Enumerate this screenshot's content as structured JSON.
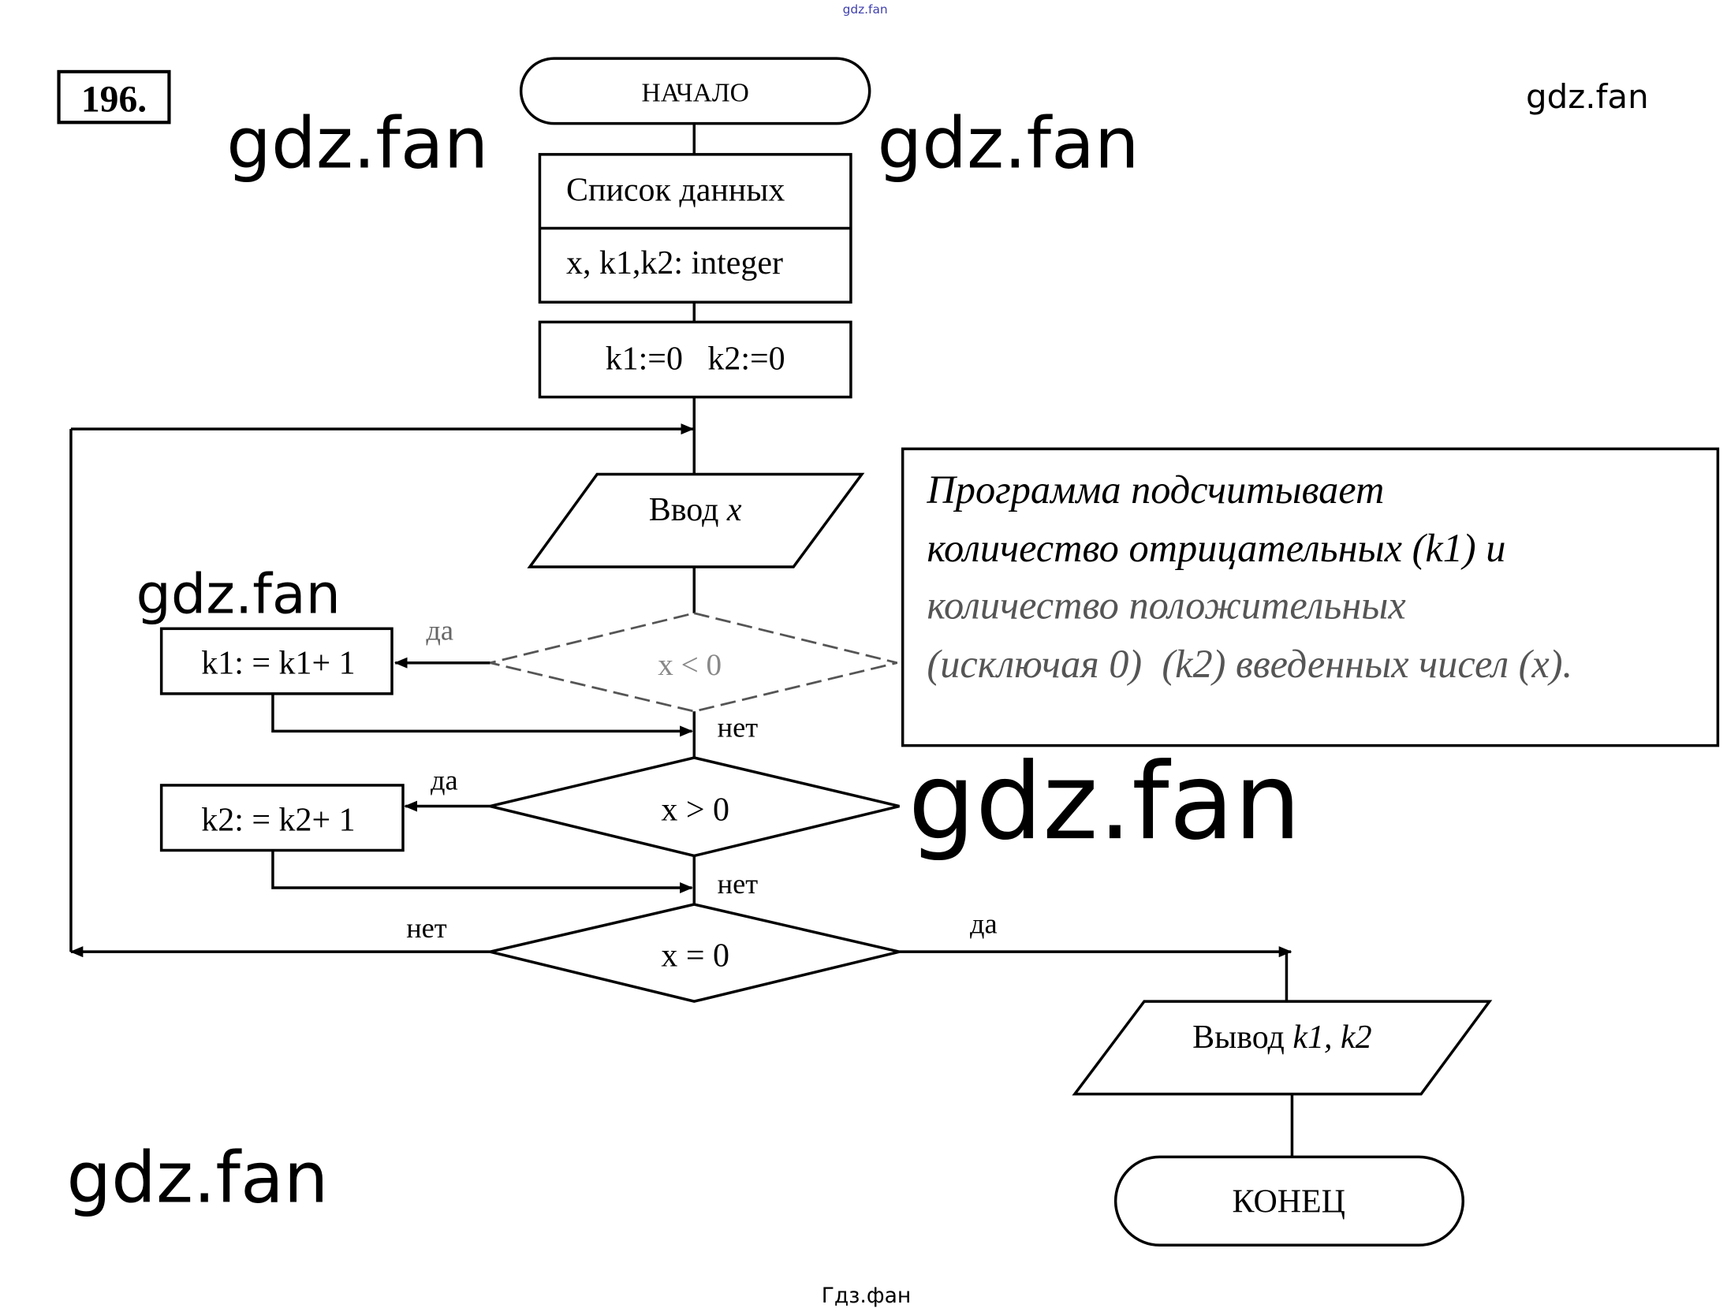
{
  "task_number": "196.",
  "watermarks": {
    "top_small": "gdz.fan",
    "w1": "gdz.fan",
    "w2": "gdz.fan",
    "w3": "gdz.fan",
    "w4": "gdz.fan",
    "w5": "gdz.fan",
    "w6": "gdz.fan",
    "bottom": "Гдз.фан"
  },
  "flowchart": {
    "start": "НАЧАЛО",
    "data_header": "Список данных",
    "data_decl": "x, k1,k2: integer",
    "init": "k1:=0   k2:=0",
    "input_word": "Ввод",
    "input_var": "x",
    "cond1": "x < 0",
    "cond2": "x > 0",
    "cond3": "x = 0",
    "action1": "k1: = k1+ 1",
    "action2": "k2: = k2+ 1",
    "yes1": "да",
    "no1": "нет",
    "yes2": "да",
    "no2": "нет",
    "yes3": "да",
    "no3": "нет",
    "output_word": "Вывод",
    "output_vars": "k1, k2",
    "end": "КОНЕЦ"
  },
  "explanation": {
    "line1": "Программа подсчитывает",
    "line2": "количество отрицательных (k1) и",
    "line3": "количество положительных",
    "line4": "(исключая 0)  (k2) введенных чисел (x)."
  }
}
